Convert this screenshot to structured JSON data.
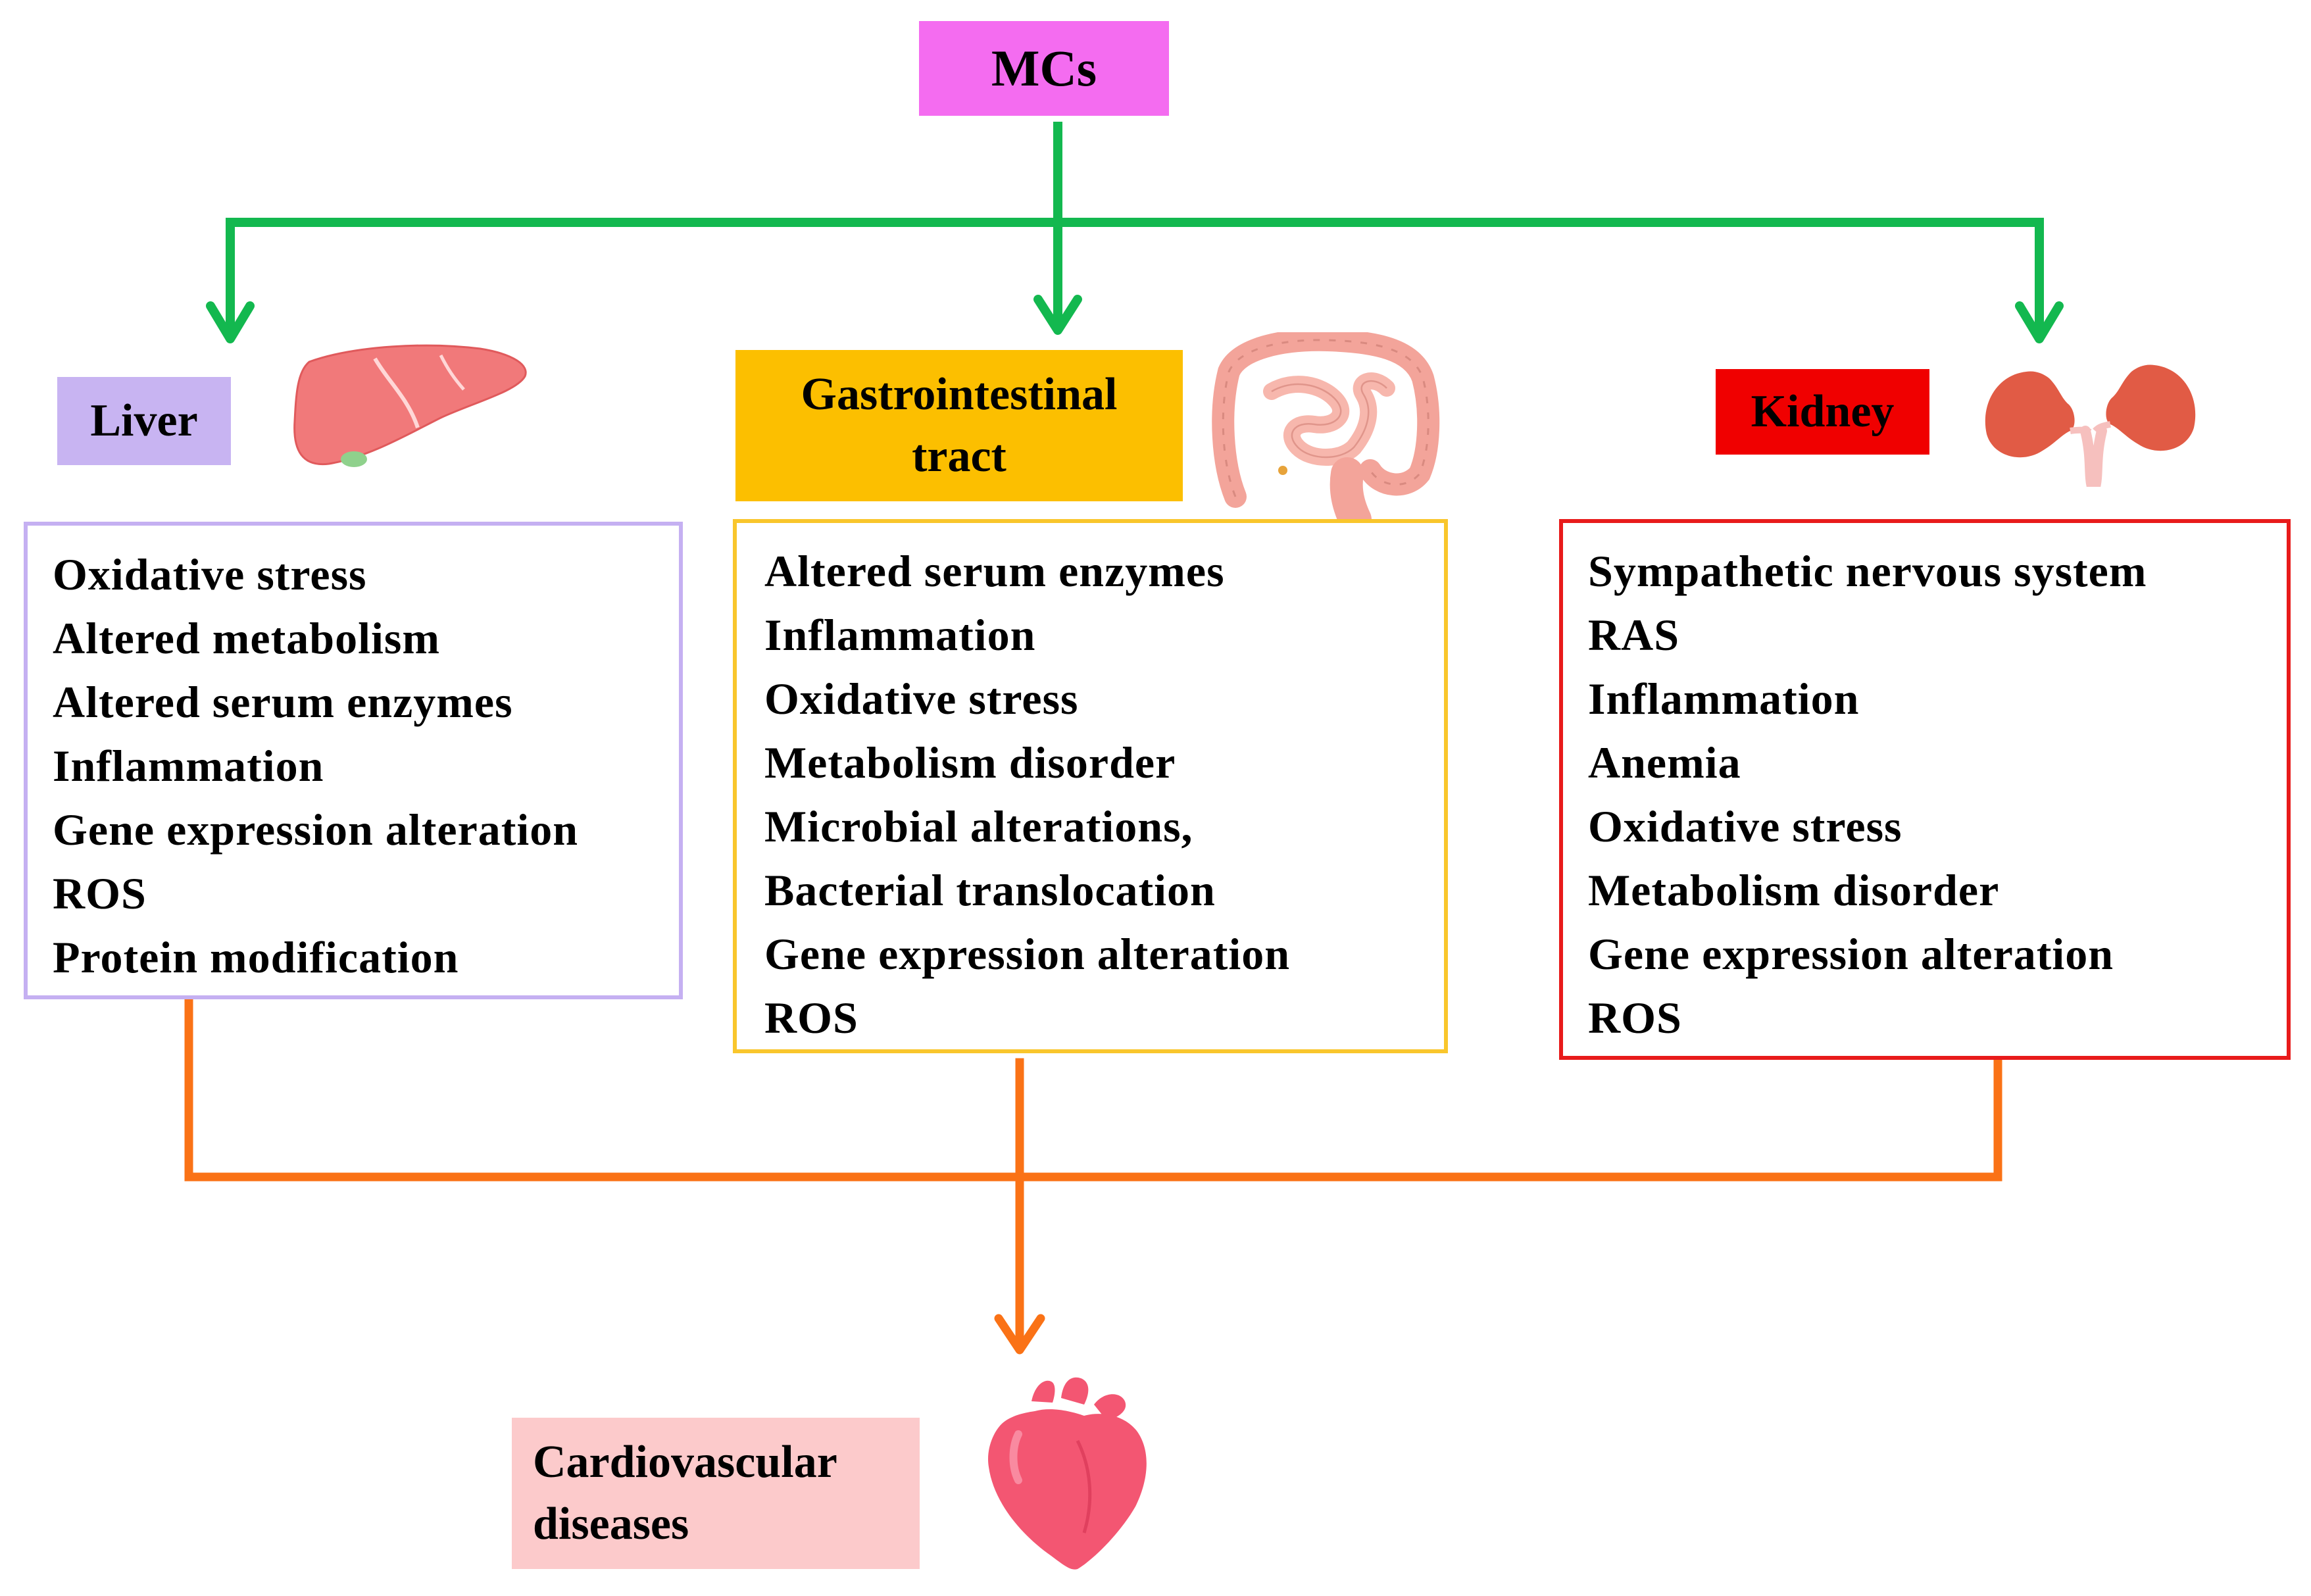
{
  "source": {
    "label": "MCs",
    "color": "#f46cf0"
  },
  "organs": [
    {
      "id": "liver",
      "label": "Liver",
      "label_color": "#c8b4f2",
      "border_color": "#c5b0f2",
      "icon": "liver-icon",
      "effects": [
        "Oxidative stress",
        "Altered metabolism",
        "Altered serum enzymes",
        "Inflammation",
        "Gene expression alteration",
        "ROS",
        "Protein modification"
      ]
    },
    {
      "id": "gi",
      "label_lines": [
        "Gastrointestinal",
        "tract"
      ],
      "label_color": "#fcbf00",
      "border_color": "#f9c62c",
      "icon": "intestine-icon",
      "effects": [
        "Altered serum enzymes",
        "Inflammation",
        "Oxidative stress",
        "Metabolism disorder",
        "Microbial alterations,",
        "Bacterial translocation",
        "Gene expression alteration",
        "ROS"
      ]
    },
    {
      "id": "kidney",
      "label": "Kidney",
      "label_color": "#f00000",
      "border_color": "#e81b1b",
      "icon": "kidney-icon",
      "effects": [
        "Sympathetic nervous system",
        "RAS",
        "Inflammation",
        "Anemia",
        "Oxidative stress",
        "Metabolism disorder",
        "Gene expression alteration",
        "ROS"
      ]
    }
  ],
  "outcome": {
    "label_lines": [
      "Cardiovascular",
      "diseases"
    ],
    "color": "#fccacb",
    "icon": "heart-icon"
  },
  "arrow_colors": {
    "upstream": "#13b84f",
    "downstream": "#fa7216"
  }
}
